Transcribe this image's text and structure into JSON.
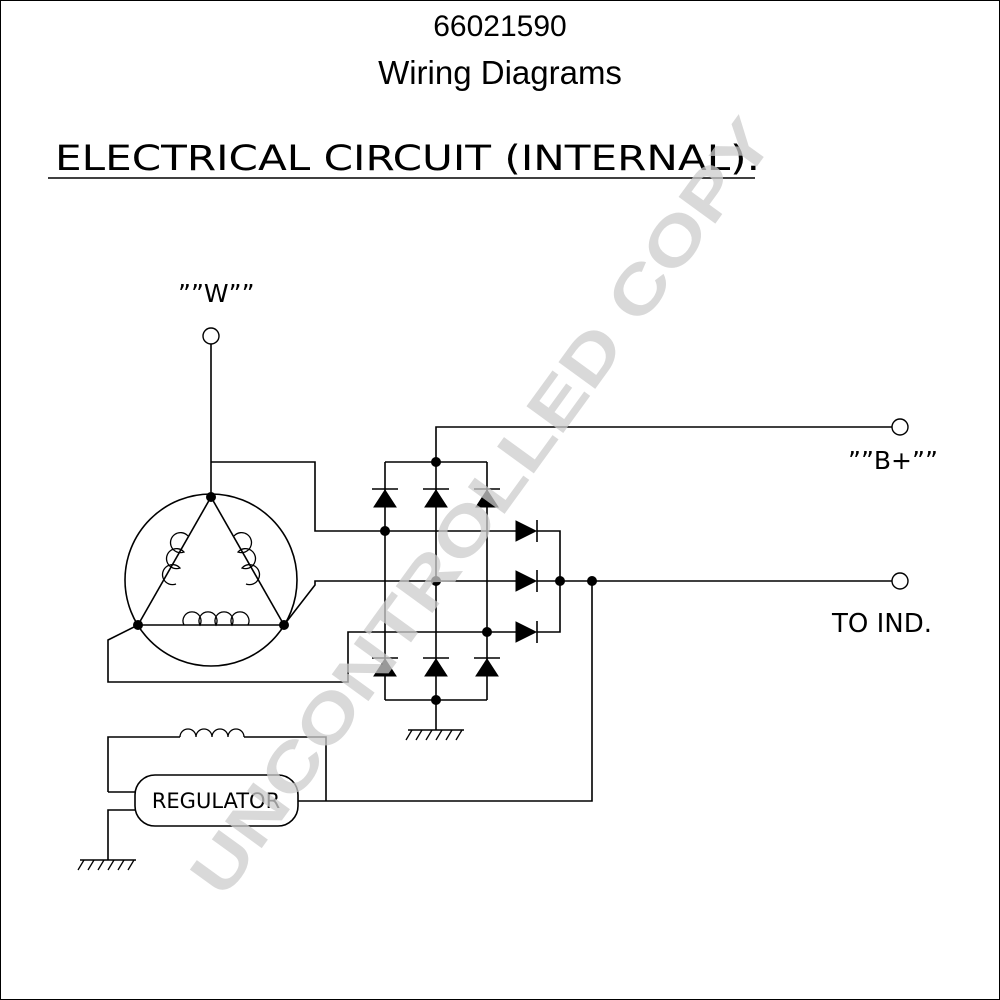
{
  "header": {
    "part_number": "66021590",
    "subtitle": "Wiring Diagrams"
  },
  "diagram": {
    "heading": "ELECTRICAL  CIRCUIT  (INTERNAL).",
    "labels": {
      "w_terminal": "””W””",
      "b_plus_terminal": "””B+””",
      "to_ind": "TO  IND.",
      "regulator": "REGULATOR"
    },
    "watermark": "UNCONTROLLED COPY"
  }
}
